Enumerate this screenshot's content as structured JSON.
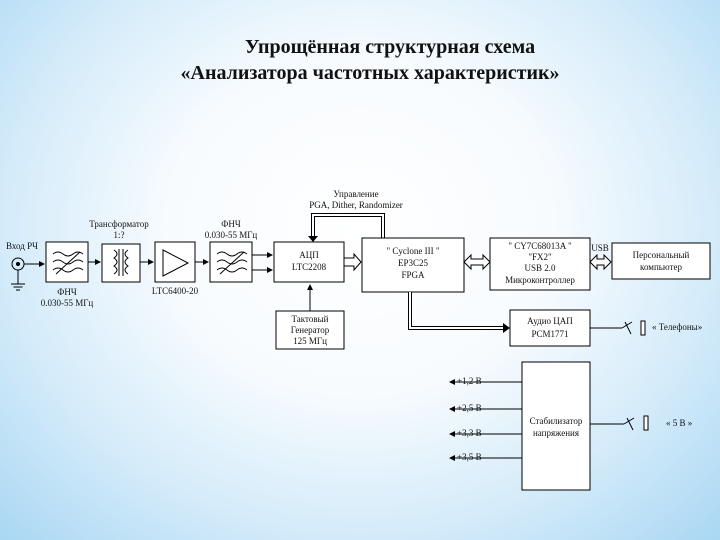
{
  "title": {
    "line1": "Упрощённая структурная схема",
    "line2": "«Анализатора частотных характеристик»"
  },
  "labels": {
    "input_rf": "Вход РЧ",
    "lpf_in": "ФНЧ",
    "lpf_in_range": "0.030-55 МГц",
    "transformer": "Трансформатор",
    "transformer_ratio": "1:?",
    "amp": "LTC6400-20",
    "lpf_out": "ФНЧ",
    "lpf_out_range": "0.030-55 МГц",
    "control": "Управление",
    "control_signals": "PGA, Dither, Randomizer",
    "adc_name": "АЦП",
    "adc_part": "LTC2208",
    "fpga_name": "\" Cyclone III \"",
    "fpga_part": "EP3C25",
    "fpga_type": "FPGA",
    "mcu_name": "\" CY7C68013A \"",
    "mcu_alias": "\"FX2\"",
    "mcu_usb": "USB 2.0",
    "mcu_type": "Микроконтроллер",
    "usb": "USB",
    "pc_line1": "Персональный",
    "pc_line2": "компьютер",
    "clock_line1": "Тактовый",
    "clock_line2": "Генератор",
    "clock_line3": "125 МГц",
    "audio_line1": "Аудио ЦАП",
    "audio_line2": "PCM1771",
    "phones": "« Телефоны»",
    "reg_line1": "Стабилизатор",
    "reg_line2": "напряжения",
    "rail_1": "+1,2 В",
    "rail_2": "+2,5 В",
    "rail_3": "+3,3 В",
    "rail_4": "+3,5 В",
    "supply": "«  5 В »"
  }
}
